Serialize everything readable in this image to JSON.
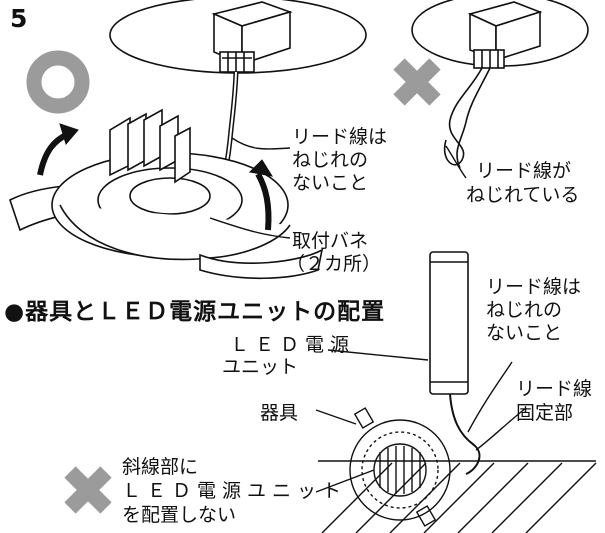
{
  "step_number": "5",
  "top_left": {
    "mark": "○ (correct)",
    "lead_wire_label": [
      "リード線は",
      "ねじれの",
      "ないこと"
    ],
    "spring_label": [
      "取付バネ",
      "（２カ所）"
    ]
  },
  "top_right": {
    "mark": "✖ (incorrect)",
    "lead_wire_label": [
      "リード線が",
      "ねじれている"
    ]
  },
  "section_heading": "●器具とＬＥＤ電源ユニットの配置",
  "bottom": {
    "power_unit_label": [
      "ＬＥＤ電源",
      "ユニット"
    ],
    "lead_wire_label": [
      "リード線は",
      "ねじれの",
      "ないこと"
    ],
    "fixing_label": [
      "リード線",
      "固定部"
    ],
    "fixture_label": "器具",
    "warning_label": [
      "斜線部に",
      "ＬＥＤ電源ユニット",
      "を配置しない"
    ]
  },
  "colors": {
    "mark": "#9b9b9b",
    "line": "#111111",
    "background": "#ffffff"
  }
}
